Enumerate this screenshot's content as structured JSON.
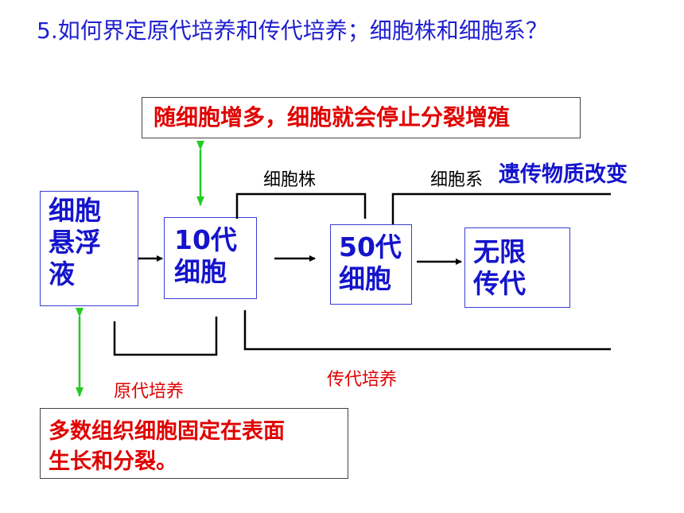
{
  "question": {
    "text": "5.如何界定原代培养和传代培养；细胞株和细胞系？"
  },
  "notes": {
    "top_red": "随细胞增多，细胞就会停止分裂增殖",
    "bottom_red": "多数组织细胞固定在表面\n生长和分裂。"
  },
  "boxes": {
    "suspension": "细胞\n悬浮\n液",
    "gen10": "10代\n细胞",
    "gen50": "50代\n细胞",
    "infinite": "无限\n传代"
  },
  "labels": {
    "cell_strain": "细胞株",
    "cell_line": "细胞系",
    "genetic_change": "遗传物质改变",
    "primary_culture": "原代培养",
    "subculture": "传代培养"
  },
  "colors": {
    "blue_text": "#1414cc",
    "question_blue": "#1f1fd0",
    "red_text": "#e00000",
    "green_arrow": "#22cc22",
    "box_border": "#3b3bd6",
    "line_black": "#000000"
  }
}
